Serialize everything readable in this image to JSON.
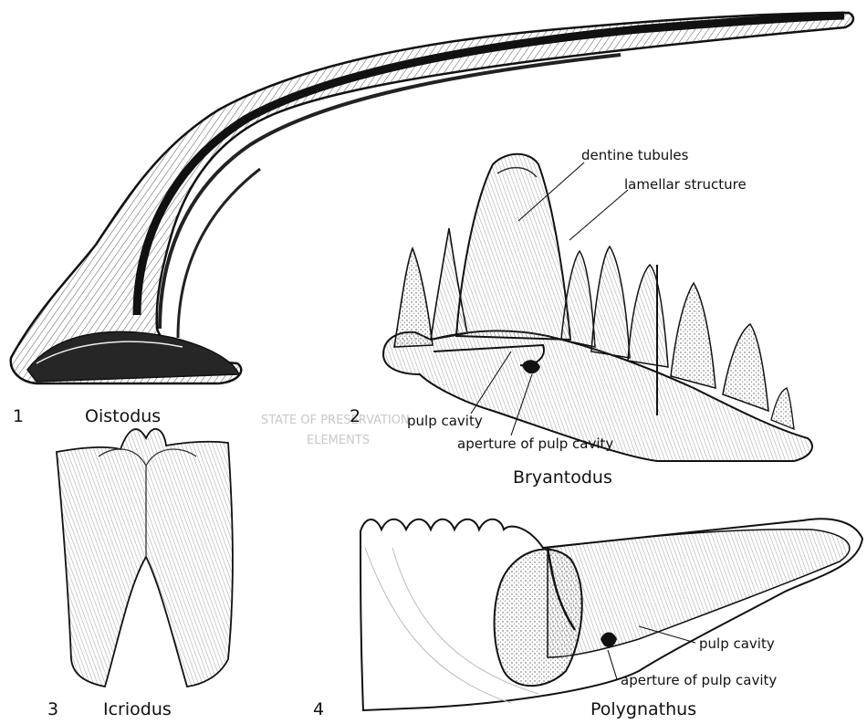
{
  "figures": [
    {
      "number": "1",
      "name": "Oistodus"
    },
    {
      "number": "2",
      "name": "Bryantodus"
    },
    {
      "number": "3",
      "name": "Icriodus"
    },
    {
      "number": "4",
      "name": "Polygnathus"
    }
  ],
  "annotations": {
    "dentine_tubules": "dentine tubules",
    "lamellar_structure": "lamellar structure",
    "pulp_cavity_2": "pulp cavity",
    "aperture_2": "aperture of pulp cavity",
    "pulp_cavity_4": "pulp cavity",
    "aperture_4": "aperture of pulp cavity"
  },
  "show_through_text": [
    "STATE OF PRESERVATION",
    "ELEMENTS"
  ],
  "colors": {
    "ink": "#111111",
    "shade": "#3a3a3a",
    "paper": "#ffffff",
    "show_through": "#c9c9c9"
  }
}
